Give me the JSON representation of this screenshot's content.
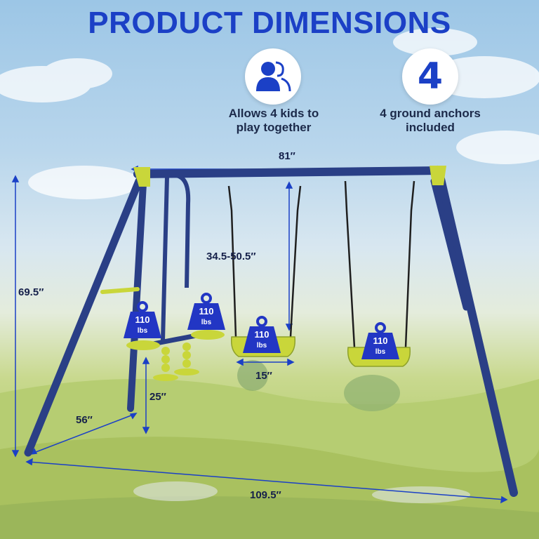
{
  "title": "PRODUCT DIMENSIONS",
  "features": [
    {
      "icon": "kids-icon",
      "line1": "Allows 4 kids to",
      "line2": "play together"
    },
    {
      "icon": "number-badge",
      "number": "4",
      "line1": "4 ground anchors",
      "line2": "included"
    }
  ],
  "dimensions": {
    "top_width": "81″",
    "chain_length": "34.5-50.5″",
    "height": "69.5″",
    "seat_width": "15″",
    "glider_height": "25″",
    "depth": "56″",
    "base_width": "109.5″"
  },
  "weights": [
    {
      "value": "110",
      "unit": "lbs"
    },
    {
      "value": "110",
      "unit": "lbs"
    },
    {
      "value": "110",
      "unit": "lbs"
    },
    {
      "value": "110",
      "unit": "lbs"
    }
  ],
  "colors": {
    "title": "#1b40c6",
    "frame": "#2a3f86",
    "accent": "#c9d63a",
    "weight": "#2236c4"
  }
}
